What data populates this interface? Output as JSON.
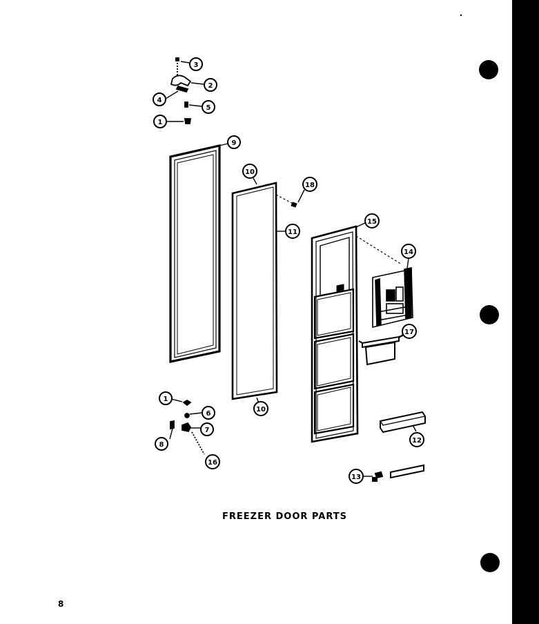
{
  "caption": "FREEZER DOOR PARTS",
  "page_number": "8",
  "callouts": {
    "c3": "3",
    "c2": "2",
    "c4": "4",
    "c5": "5",
    "c1a": "1",
    "c9": "9",
    "c10a": "10",
    "c18a": "18",
    "c11": "11",
    "c15": "15",
    "c14": "14",
    "c17": "17",
    "c10b": "10",
    "c1b": "1",
    "c6": "6",
    "c8": "8",
    "c7": "7",
    "c16": "16",
    "c12": "12",
    "c13": "13"
  },
  "colors": {
    "ink": "#000000",
    "paper": "#ffffff"
  }
}
